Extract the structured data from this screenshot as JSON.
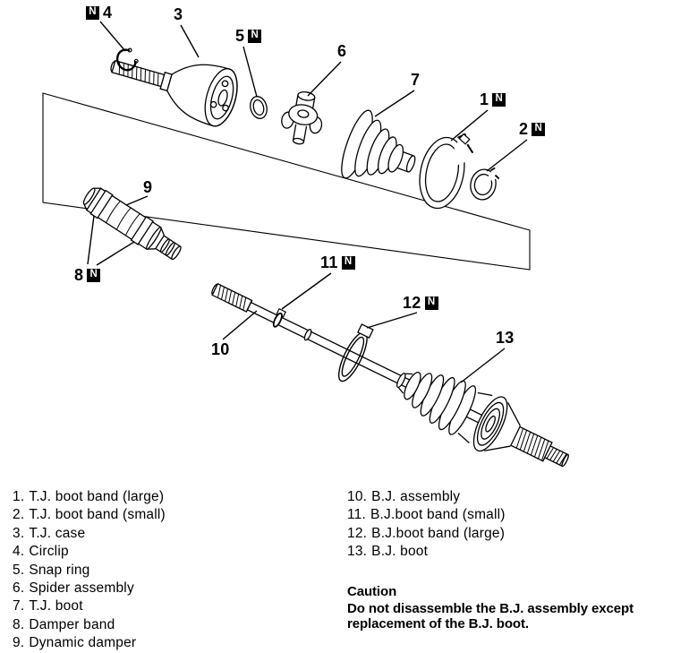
{
  "symbols": {
    "non_reusable": "N"
  },
  "colors": {
    "ink": "#000000",
    "paper": "#ffffff",
    "n_badge_bg": "#000000",
    "n_badge_fg": "#ffffff"
  },
  "callouts": {
    "c1": "1",
    "c2": "2",
    "c3": "3",
    "c4": "4",
    "c5": "5",
    "c6": "6",
    "c7": "7",
    "c8": "8",
    "c9": "9",
    "c10": "10",
    "c11": "11",
    "c12": "12",
    "c13": "13"
  },
  "parts_left": [
    {
      "num": "1.",
      "label": "T.J. boot band (large)"
    },
    {
      "num": "2.",
      "label": "T.J. boot band (small)"
    },
    {
      "num": "3.",
      "label": "T.J. case"
    },
    {
      "num": "4.",
      "label": "Circlip"
    },
    {
      "num": "5.",
      "label": "Snap ring"
    },
    {
      "num": "6.",
      "label": "Spider assembly"
    },
    {
      "num": "7.",
      "label": "T.J. boot"
    },
    {
      "num": "8.",
      "label": "Damper band"
    },
    {
      "num": "9.",
      "label": "Dynamic damper"
    }
  ],
  "parts_right": [
    {
      "num": "10.",
      "label": "B.J. assembly"
    },
    {
      "num": "11.",
      "label": "B.J.boot band (small)"
    },
    {
      "num": "12.",
      "label": "B.J.boot band (large)"
    },
    {
      "num": "13.",
      "label": "B.J. boot"
    }
  ],
  "caution": {
    "title": "Caution",
    "line1": "Do not disassemble the B.J. assembly except",
    "line2": "replacement of the B.J. boot."
  }
}
